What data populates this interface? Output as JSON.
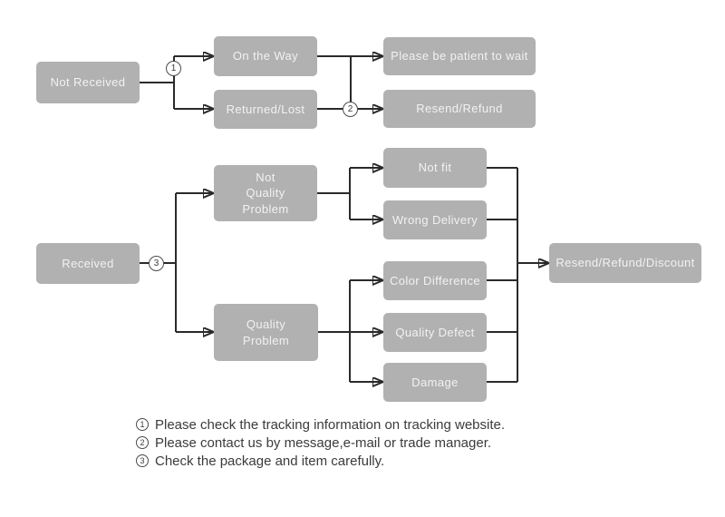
{
  "flowchart": {
    "nodes": {
      "not_received": "Not Received",
      "on_the_way": "On the Way",
      "returned_lost": "Returned/Lost",
      "please_wait": "Please be patient to wait",
      "resend_refund": "Resend/Refund",
      "received": "Received",
      "not_quality_problem": "Not\nQuality\nProblem",
      "quality_problem": "Quality\nProblem",
      "not_fit": "Not fit",
      "wrong_delivery": "Wrong Delivery",
      "color_difference": "Color Difference",
      "quality_defect": "Quality Defect",
      "damage": "Damage",
      "resend_refund_discount": "Resend/Refund/Discount"
    },
    "markers": {
      "step1": "1",
      "step2": "2",
      "step3": "3"
    },
    "legend": [
      {
        "num": "1",
        "text": "Please check the tracking information on tracking website."
      },
      {
        "num": "2",
        "text": "Please contact us by message,e-mail or trade manager."
      },
      {
        "num": "3",
        "text": "Check the package and item carefully."
      }
    ],
    "colors": {
      "box_fill": "#b1b1b1",
      "box_text": "#f2f2f2",
      "line": "#2a2a2a",
      "legend_text": "#3b3b3b",
      "background": "#ffffff"
    }
  }
}
